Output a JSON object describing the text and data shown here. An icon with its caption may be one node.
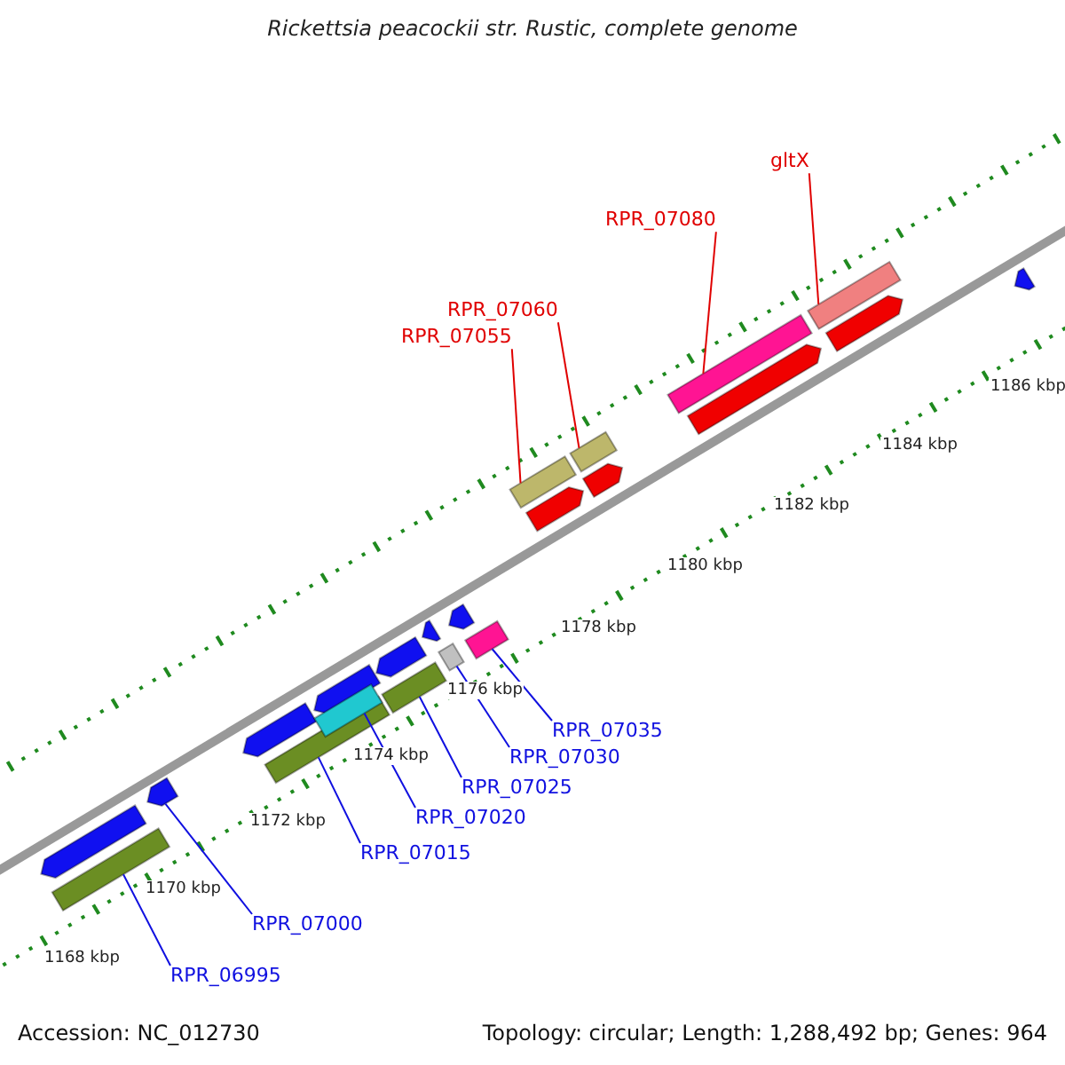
{
  "diagram": {
    "title": "Rickettsia peacockii str. Rustic, complete genome",
    "nodes": [
      {
        "text": [
          "gltX"
        ]
      },
      {
        "text": [
          "RPR_07080"
        ]
      },
      {
        "text": [
          "RPR_07060"
        ]
      },
      {
        "text": [
          "RPR_07055"
        ]
      },
      {
        "text": [
          "RPR_07035"
        ]
      },
      {
        "text": [
          "RPR_07030"
        ]
      },
      {
        "text": [
          "RPR_07025"
        ]
      },
      {
        "text": [
          "RPR_07020"
        ]
      },
      {
        "text": [
          "RPR_07015"
        ]
      },
      {
        "text": [
          "RPR_07000"
        ]
      },
      {
        "text": [
          "RPR_06995"
        ]
      },
      {
        "text": [],
        "shape": "bar"
      },
      {
        "text": [],
        "shape": "arrow"
      },
      {
        "text": [],
        "shape": "bar"
      },
      {
        "text": [],
        "shape": "bar"
      },
      {
        "text": [],
        "shape": "bar"
      },
      {
        "text": [],
        "shape": "bar"
      },
      {
        "text": [],
        "shape": "bar"
      },
      {
        "text": [],
        "shape": "bar"
      },
      {
        "text": [],
        "shape": "bar"
      },
      {
        "text": [],
        "shape": "bar"
      },
      {
        "text": [],
        "shape": "bar"
      },
      {
        "text": [],
        "shape": "arrow"
      }
    ],
    "edges": [
      {
        "from": 0,
        "to": 21,
        "arrow": "none",
        "color": "#e00000"
      },
      {
        "from": 1,
        "to": 20,
        "arrow": "none",
        "color": "#e00000"
      },
      {
        "from": 2,
        "to": 19,
        "arrow": "none",
        "color": "#e00000"
      },
      {
        "from": 3,
        "to": 18,
        "arrow": "none",
        "color": "#e00000"
      },
      {
        "from": 4,
        "to": 17,
        "arrow": "none"
      },
      {
        "from": 5,
        "to": 16,
        "arrow": "none"
      },
      {
        "from": 6,
        "to": 15,
        "arrow": "none"
      },
      {
        "from": 7,
        "to": 14,
        "arrow": "none"
      },
      {
        "from": 8,
        "to": 13,
        "arrow": "none"
      },
      {
        "from": 9,
        "to": 12,
        "arrow": "none"
      },
      {
        "from": 10,
        "to": 11,
        "arrow": "none"
      }
    ],
    "labels": [
      "1186 kbp",
      "1184 kbp",
      "1182 kbp",
      "1180 kbp",
      "1178 kbp",
      "1176 kbp",
      "1174 kbp",
      "1172 kbp",
      "1170 kbp",
      "1168 kbp",
      "Accession: NC_012730",
      "Topology: circular; Length: 1,288,492 bp; Genes: 964"
    ]
  }
}
